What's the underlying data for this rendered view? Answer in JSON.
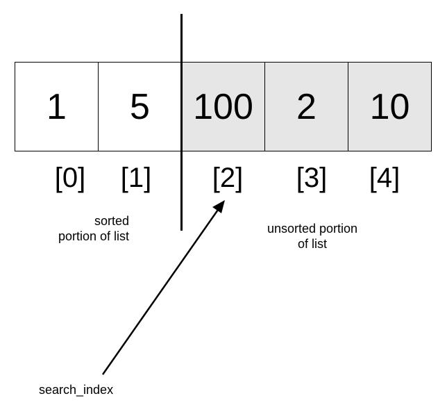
{
  "array": {
    "cells": [
      {
        "value": "1",
        "portion": "sorted"
      },
      {
        "value": "5",
        "portion": "sorted"
      },
      {
        "value": "100",
        "portion": "unsorted"
      },
      {
        "value": "2",
        "portion": "unsorted"
      },
      {
        "value": "10",
        "portion": "unsorted"
      }
    ],
    "indices": [
      "[0]",
      "[1]",
      "[2]",
      "[3]",
      "[4]"
    ]
  },
  "captions": {
    "sorted": [
      "sorted",
      "portion of list"
    ],
    "unsorted": [
      "unsorted portion",
      "of list"
    ],
    "pointer": "search_index"
  },
  "colors": {
    "sorted_fill": "#ffffff",
    "unsorted_fill": "#e6e6e6",
    "stroke": "#000000"
  }
}
